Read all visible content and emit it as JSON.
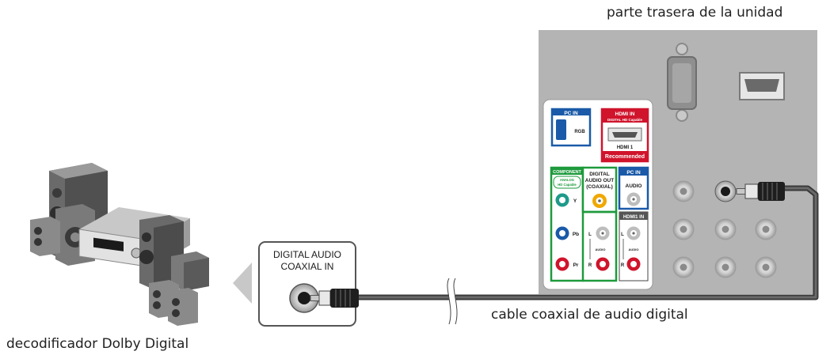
{
  "captions": {
    "unit_back": "parte trasera de la unidad",
    "cable": "cable coaxial de audio digital",
    "decoder": "decodificador Dolby Digital"
  },
  "decoder_jack": {
    "line1": "DIGITAL AUDIO",
    "line2": "COAXIAL IN"
  },
  "panel": {
    "pc_in_header": "PC IN",
    "rgb": "RGB",
    "hdmi_in_header": "HDMI IN",
    "hdmi_capable": "DIGITAL HD Capable",
    "hdmi1": "HDMI 1",
    "recommended": "Recommended",
    "component": "COMPONENT",
    "analog_hd": "ANALOG",
    "hd_capable": "HD Capable",
    "y": "Y",
    "pb": "Pb",
    "pr": "Pr",
    "digital_audio_out_1": "DIGITAL",
    "digital_audio_out_2": "AUDIO OUT",
    "digital_audio_out_3": "(COAXIAL)",
    "pc_in_audio_header": "PC IN",
    "audio": "AUDIO",
    "hdmi1_in_header": "HDMI1 IN",
    "l": "L",
    "r": "R",
    "audio_small": "AUDIO"
  },
  "colors": {
    "unit_gray": "#b4b4b4",
    "cable": "#555555",
    "pc_blue": "#1a5aa8",
    "hdmi_red": "#d0142c",
    "component_green": "#1e9a3c",
    "coax_orange": "#f0a800"
  }
}
